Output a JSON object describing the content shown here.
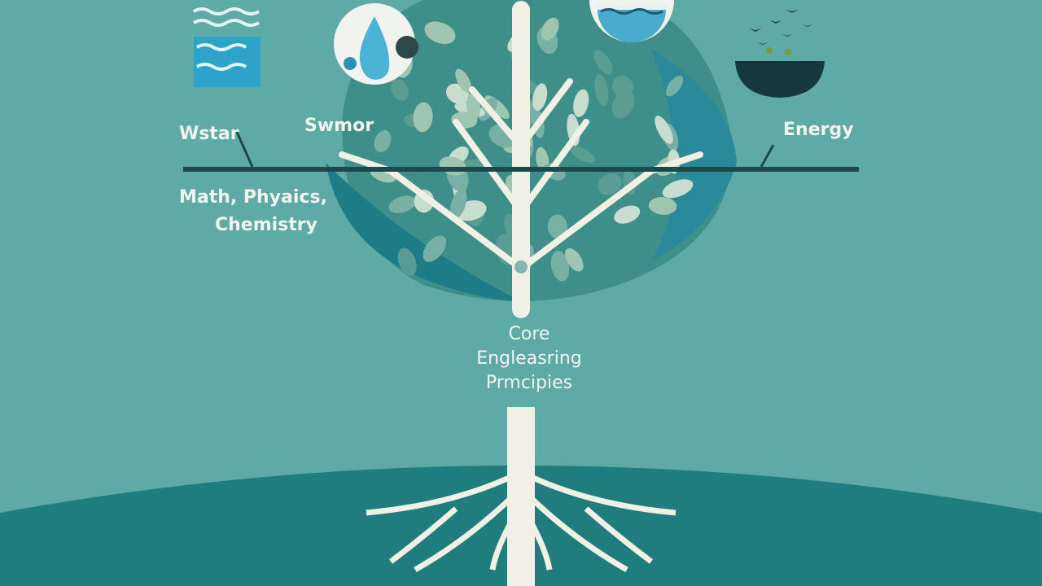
{
  "labels": {
    "top_left": "Wstar",
    "top_center_left": "Swmor",
    "top_right": "Energy",
    "left_line1": "Math, Phyaics,",
    "left_line2": "Chemistry"
  },
  "core": {
    "line1": "Core",
    "line2": "Engleasring",
    "line3": "Prmcipies"
  },
  "colors": {
    "background": "#5eaaa6",
    "ground": "#1f7d7d",
    "canopy": "#3e8f8a",
    "trunk": "#f0f0e4",
    "line": "#1c4a4c"
  },
  "icons": [
    "water-waves-icon",
    "water-drop-gear-icon",
    "water-bowl-icon",
    "birds-bowl-icon"
  ]
}
